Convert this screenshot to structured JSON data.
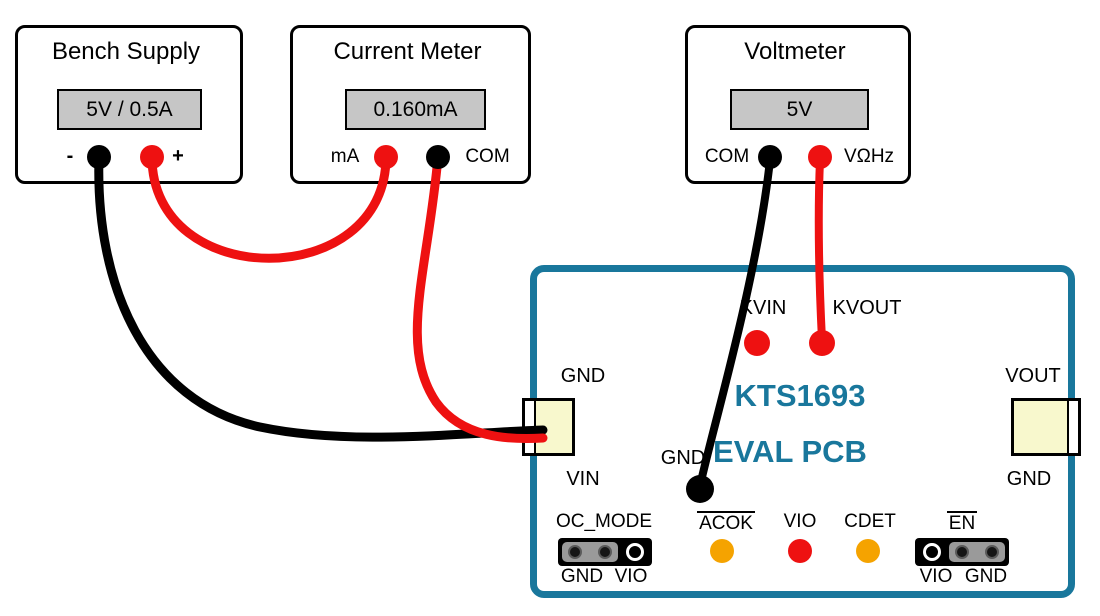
{
  "bench_supply": {
    "title": "Bench Supply",
    "display": "5V / 0.5A",
    "neg": "-",
    "pos": "+"
  },
  "current_meter": {
    "title": "Current Meter",
    "display": "0.160mA",
    "ma": "mA",
    "com": "COM"
  },
  "voltmeter": {
    "title": "Voltmeter",
    "display": "5V",
    "com": "COM",
    "vohm": "VΩHz"
  },
  "pcb": {
    "name_line1": "KTS1693",
    "name_line2": "EVAL PCB",
    "gnd_top_left": "GND",
    "vin": "VIN",
    "vout": "VOUT",
    "gnd_bottom_right": "GND",
    "kvin": "KVIN",
    "kvout": "KVOUT",
    "gnd_probe": "GND",
    "oc_mode": "OC_MODE",
    "oc_mode_gnd": "GND",
    "oc_mode_vio": "VIO",
    "acok": "ACOK",
    "vio": "VIO",
    "cdet": "CDET",
    "en": "EN",
    "en_vio": "VIO",
    "en_gnd": "GND"
  },
  "colors": {
    "pcb_teal": "#19779C",
    "wire_red": "#EE1111",
    "wire_black": "#000000",
    "led_amber": "#F5A300",
    "pad_yellow": "#F8F8CD",
    "display_gray": "#C6C6C6"
  }
}
